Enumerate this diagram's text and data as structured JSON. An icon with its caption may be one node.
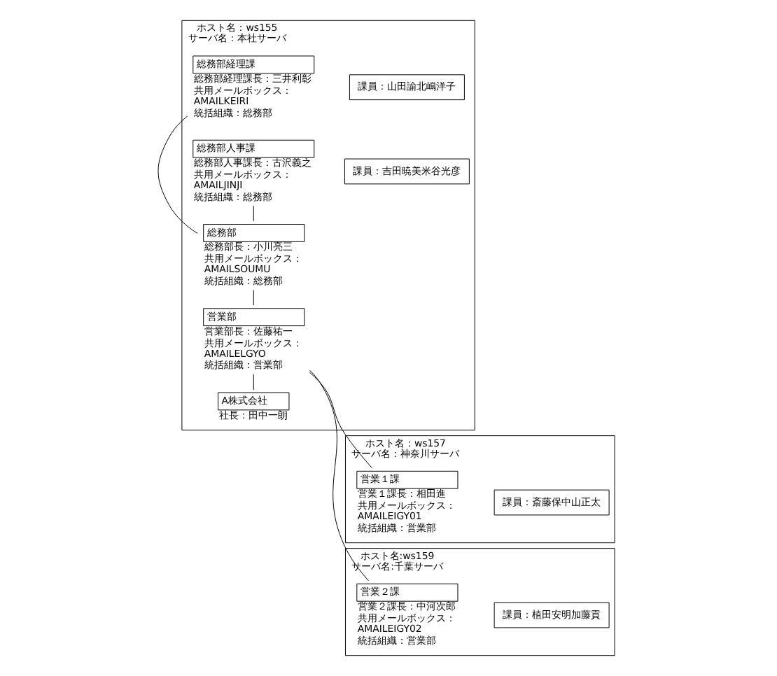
{
  "diagram": {
    "nodes": [
      {
        "text": [
          "ホスト名：ws155",
          "サーバ名：本社サーバ"
        ]
      },
      {
        "text": [
          "A株式会社"
        ],
        "in": 0,
        "beside": [
          "社長：田中一朗"
        ]
      },
      {
        "text": [
          "営業部"
        ],
        "in": 0,
        "beside": [
          "営業部長：佐藤祐一",
          "共用メールボックス： AMAILELGYO",
          "統括組織：営業部"
        ]
      },
      {
        "text": [
          "総務部"
        ],
        "in": 0,
        "beside": [
          "総務部長：小川亮三",
          "共用メールボックス： AMAILSOUMU",
          "統括組織：総務部"
        ]
      },
      {
        "text": [
          "ホスト名：ws157",
          "サーバ名：神奈川サーバ"
        ]
      },
      {
        "text": [
          "営業１課"
        ],
        "in": 4,
        "beside": [
          "営業１課長：相田進",
          "共用メールボックス： AMAILEIGY01",
          "統括組織：営業部"
        ]
      },
      {
        "text": [
          "課員：斎藤保中山正太"
        ],
        "in": 4
      },
      {
        "text": [
          "ホスト名:ws159",
          "サーバ名:千葉サーバ"
        ]
      },
      {
        "text": [
          "営業２課"
        ],
        "in": 7,
        "beside": [
          "営業２課長：中河次郎",
          "共用メールボックス： AMAILEIGY02",
          "統括組織：営業部"
        ]
      },
      {
        "text": [
          "課員：植田安明加藤貢"
        ],
        "in": 7
      },
      {
        "text": [
          "総務部経理課"
        ],
        "in": 0,
        "beside": [
          "総務部経理課長：三井利彰",
          "共用メールボックス： AMAILKEIRI",
          "統括組織：総務部"
        ]
      },
      {
        "text": [
          "課員：山田諭北嶋洋子"
        ],
        "in": 0
      },
      {
        "text": [
          "総務部人事課"
        ],
        "in": 0,
        "beside": [
          "総務部人事課長：古沢義之",
          "共用メールボックス： AMAILJINJI",
          "統括組織：総務部"
        ]
      },
      {
        "text": [
          "課員：吉田暁美米谷光彦"
        ],
        "in": 0
      }
    ],
    "edges": [
      {
        "from": 1,
        "to": 2,
        "arrow": "none"
      },
      {
        "from": 2,
        "to": 5,
        "arrow": "none"
      },
      {
        "from": 2,
        "to": 8,
        "arrow": "none"
      },
      {
        "from": 2,
        "to": 3,
        "arrow": "none"
      },
      {
        "from": 3,
        "to": 10,
        "arrow": "none"
      },
      {
        "from": 3,
        "to": 12,
        "arrow": "none"
      }
    ]
  }
}
